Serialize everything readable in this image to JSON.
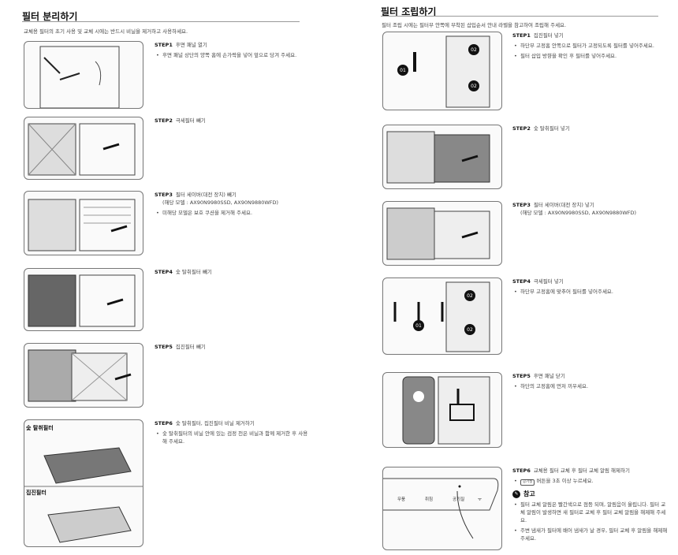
{
  "left": {
    "title": "필터 분리하기",
    "intro": "교체용 필터의 초기 사용 및 교체 시에는 반드시 비닐을 제거하고 사용하세요.",
    "steps": [
      {
        "step": "STEP1",
        "title": "후면 패널 열기",
        "bullets": [
          "후면 패널 상단의 양쪽 홈에 손가락을 넣어 앞으로 당겨 주세요."
        ]
      },
      {
        "step": "STEP2",
        "title": "극세필터 빼기"
      },
      {
        "step": "STEP3",
        "title": "필터 세이버(대전 장치) 빼기",
        "sub": "(해당 모델 : AX90N9980SSD, AX90N9880WFD)",
        "bullets": [
          "미해당 모델은 보호 쿠션을 제거해 주세요."
        ]
      },
      {
        "step": "STEP4",
        "title": "숯 탈취필터 빼기"
      },
      {
        "step": "STEP5",
        "title": "집진필터 빼기"
      },
      {
        "step": "STEP6",
        "title": "숯 탈취필터, 집진필터 비닐 제거하기",
        "bullets": [
          "숯 탈취필터의 비닐 안에 있는 검정 천은 비닐과 함께 제거한 후 사용해 주세요."
        ]
      }
    ],
    "image_labels": [
      "숯 탈취필터",
      "집진필터"
    ]
  },
  "right": {
    "title": "필터 조립하기",
    "intro": "필터 조립 시에는 필터부 안쪽에 부착된 삽입순서 안내 라벨을 참고하여 조립해 주세요.",
    "steps": [
      {
        "step": "STEP1",
        "title": "집진필터 넣기",
        "bullets": [
          "하단부 고정홈 안쪽으로 필터가 고정되도록 필터를 넣어주세요.",
          "필터 삽입 방향을 확인 후 필터를 넣어주세요."
        ]
      },
      {
        "step": "STEP2",
        "title": "숯 탈취필터 넣기"
      },
      {
        "step": "STEP3",
        "title": "필터 세이버(대전 장치) 넣기",
        "sub": "(해당 모델 : AX90N9980SSD, AX90N9880WFD)"
      },
      {
        "step": "STEP4",
        "title": "극세필터 넣기",
        "bullets": [
          "하단부 고정홈에 맞추어 필터를 넣어주세요."
        ]
      },
      {
        "step": "STEP5",
        "title": "후면 패널 닫기",
        "bullets": [
          "하단의 고정홈에 먼저 끼우세요."
        ]
      },
      {
        "step": "STEP6",
        "title": "교체용 필터 교체 후 필터 교체 알림 해제하기",
        "button_chip": "공기질",
        "bullet_suffix": "버튼을 3초 이상 누르세요."
      }
    ],
    "badges": [
      "01",
      "02"
    ],
    "note": {
      "title": "참고",
      "bullets": [
        "필터 교체 알림은 빨간색으로 점등 되며, 알림음이 울립니다. 필터 교체 알림이 발생하면 새 필터로 교체 후 필터 교체 알림을 해제해 주세요.",
        "주변 냄새가 필터에 배어 냄새가 날 경우, 필터 교체 후 알림을 해제해 주세요."
      ]
    },
    "control_panel": [
      "무풍",
      "취침",
      "공기질"
    ]
  }
}
